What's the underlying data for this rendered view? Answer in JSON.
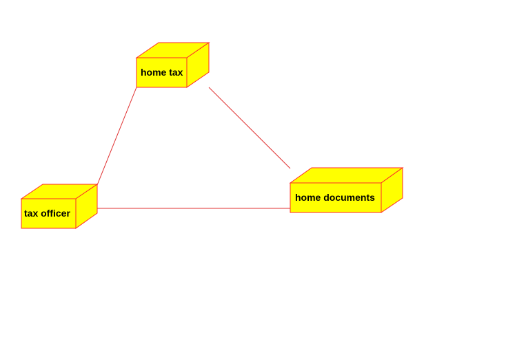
{
  "diagram": {
    "type": "deployment",
    "colors": {
      "node_fill": "#ffff00",
      "node_stroke": "#ff2a2a",
      "connector": "#e03030",
      "text": "#000000",
      "background": "#ffffff"
    },
    "nodes": [
      {
        "id": "home-tax",
        "label": "home tax"
      },
      {
        "id": "tax-officer",
        "label": "tax officer"
      },
      {
        "id": "home-documents",
        "label": "home documents"
      }
    ],
    "connections": [
      {
        "from": "home-tax",
        "to": "tax-officer"
      },
      {
        "from": "home-tax",
        "to": "home-documents"
      },
      {
        "from": "tax-officer",
        "to": "home-documents"
      }
    ]
  }
}
